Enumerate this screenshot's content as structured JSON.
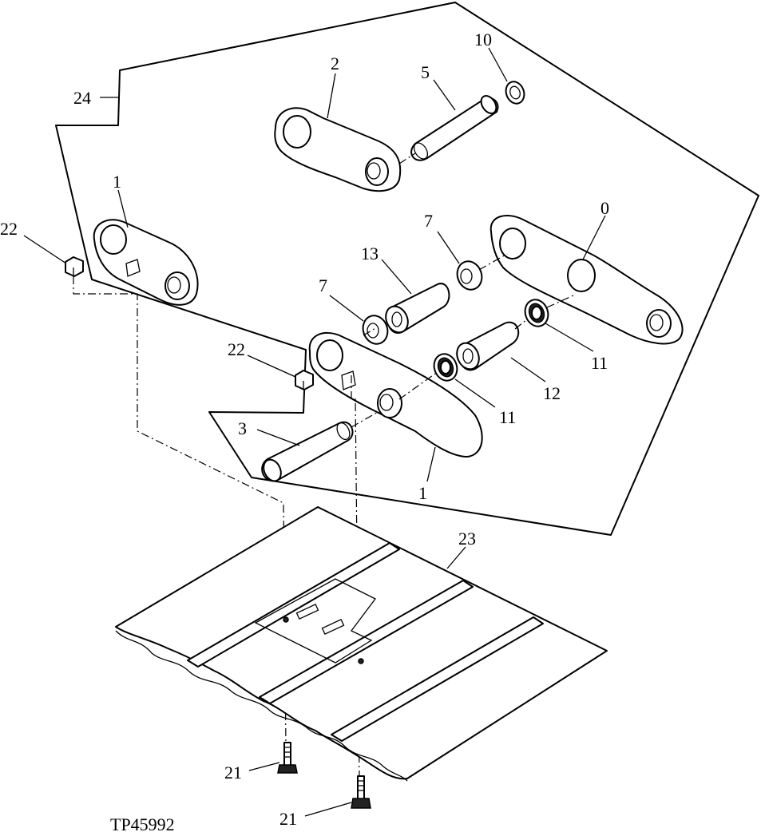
{
  "figure_id": "TP45992",
  "callouts": {
    "c24": "24",
    "c2": "2",
    "c5": "5",
    "c10": "10",
    "c1_top": "1",
    "c22_left": "22",
    "c7_top": "7",
    "c0": "0",
    "c13": "13",
    "c7_mid": "7",
    "c11_right": "11",
    "c22_mid": "22",
    "c12": "12",
    "c11_mid": "11",
    "c3": "3",
    "c1_bottom": "1",
    "c23": "23",
    "c21_left": "21",
    "c21_bottom": "21"
  }
}
